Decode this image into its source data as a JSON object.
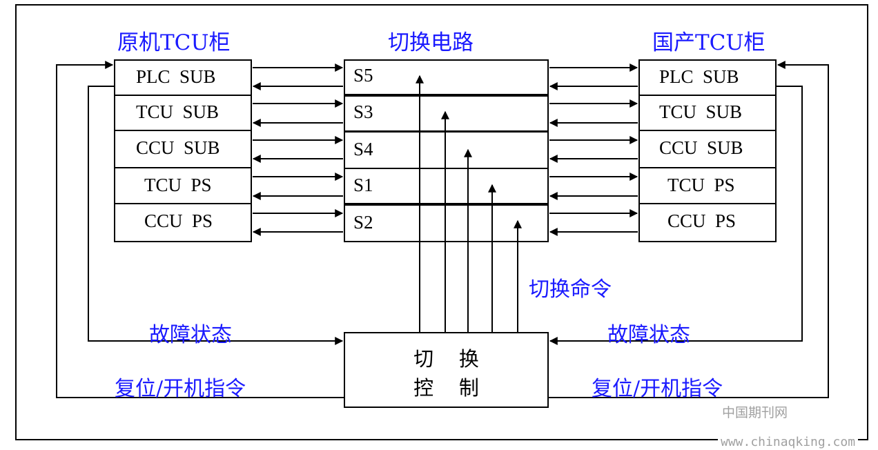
{
  "titles": {
    "left": "原机TCU柜",
    "center": "切换电路",
    "right": "国产TCU柜"
  },
  "left_cabinet": [
    "PLC  SUB",
    "TCU  SUB",
    "CCU  SUB",
    "TCU  PS",
    "CCU  PS"
  ],
  "switch_circuit": [
    "S5",
    "S3",
    "S4",
    "S1",
    "S2"
  ],
  "right_cabinet": [
    "PLC  SUB",
    "TCU  SUB",
    "CCU  SUB",
    "TCU  PS",
    "CCU  PS"
  ],
  "labels": {
    "switch_command": "切换命令",
    "fault_status_left": "故障状态",
    "fault_status_right": "故障状态",
    "reset_left": "复位/开机指令",
    "reset_right": "复位/开机指令"
  },
  "controller": {
    "line1": "切    换",
    "line2": "控    制"
  },
  "watermark": {
    "cn": "中国期刊网",
    "url": "www.chinaqking.com"
  },
  "colors": {
    "label_blue": "#1a1aff",
    "lines": "#000000",
    "watermark": "#a0a0a0"
  }
}
